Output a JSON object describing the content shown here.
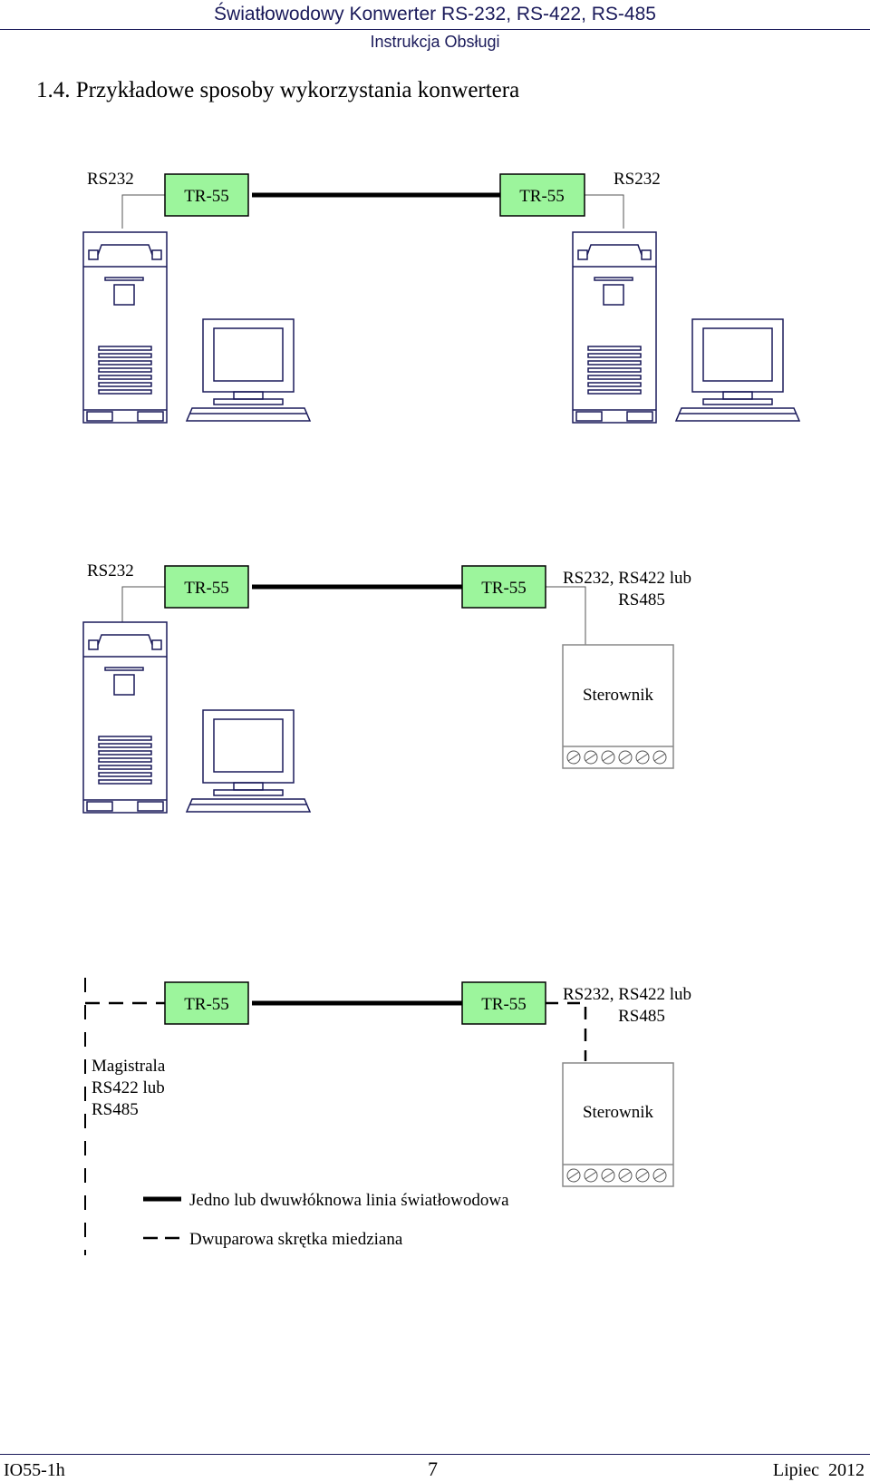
{
  "header": {
    "line1": "Światłowodowy Konwerter RS-232, RS-422, RS-485",
    "line2": "Instrukcja Obsługi"
  },
  "section_title": "1.4. Przykładowe sposoby wykorzystania konwertera",
  "diagrams": [
    {
      "left_port": "RS232",
      "right_port": "RS232",
      "left_converter": "TR-55",
      "right_converter": "TR-55"
    },
    {
      "left_port": "RS232",
      "right_port_line1": "RS232, RS422 lub",
      "right_port_line2": "RS485",
      "left_converter": "TR-55",
      "right_converter": "TR-55",
      "controller": "Sterownik"
    },
    {
      "bus_line1": "Magistrala",
      "bus_line2": "RS422 lub",
      "bus_line3": "RS485",
      "right_port_line1": "RS232, RS422 lub",
      "right_port_line2": "RS485",
      "left_converter": "TR-55",
      "right_converter": "TR-55",
      "controller": "Sterownik"
    }
  ],
  "legend": {
    "fiber": "Jedno lub dwuwłóknowa linia światłowodowa",
    "copper": "Dwuparowa skrętka miedziana"
  },
  "footer": {
    "doc_id": "IO55-1h",
    "page": "7",
    "date": "Lipiec  2012"
  },
  "colors": {
    "converter_fill": "#9cf59c",
    "line_color": "#1a1a5a",
    "controller_border": "#888888"
  }
}
